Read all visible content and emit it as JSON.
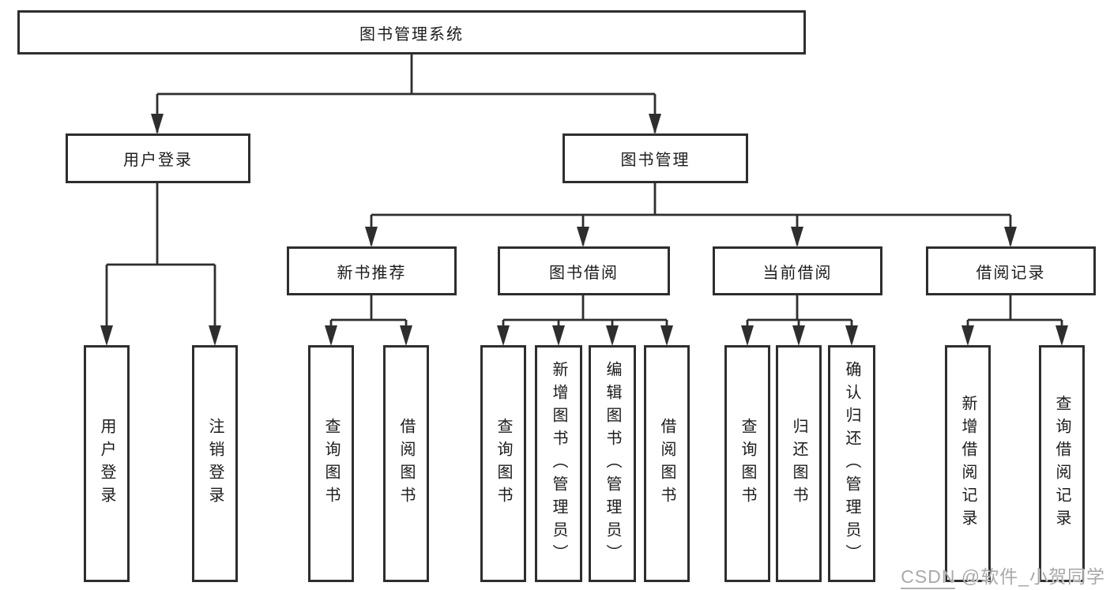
{
  "tree": {
    "label": "图书管理系统",
    "children": [
      {
        "label": "用户登录",
        "children": [
          {
            "label": "用户登录"
          },
          {
            "label": "注销登录"
          }
        ]
      },
      {
        "label": "图书管理",
        "children": [
          {
            "label": "新书推荐",
            "children": [
              {
                "label": "查询图书"
              },
              {
                "label": "借阅图书"
              }
            ]
          },
          {
            "label": "图书借阅",
            "children": [
              {
                "label": "查询图书"
              },
              {
                "label": "新增图书（管理员）"
              },
              {
                "label": "编辑图书（管理员）"
              },
              {
                "label": "借阅图书"
              }
            ]
          },
          {
            "label": "当前借阅",
            "children": [
              {
                "label": "查询图书"
              },
              {
                "label": "归还图书"
              },
              {
                "label": "确认归还（管理员）"
              }
            ]
          },
          {
            "label": "借阅记录",
            "children": [
              {
                "label": "新增借阅记录"
              },
              {
                "label": "查询借阅记录"
              }
            ]
          }
        ]
      }
    ]
  },
  "watermark": {
    "prefix": "CSDN",
    "suffix": " @软件_小贺同学"
  },
  "colors": {
    "line": "#2e2e2e",
    "text": "#1c1c1c",
    "box_background": "#ffffff",
    "watermark": "#a9a9a9"
  }
}
